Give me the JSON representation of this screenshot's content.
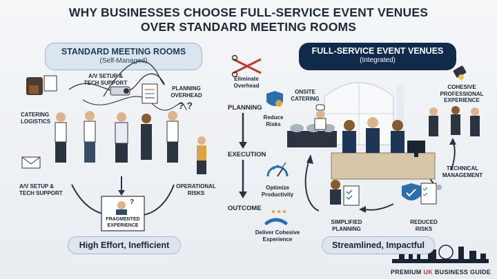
{
  "title": {
    "line1": "WHY BUSINESSES CHOOSE FULL-SERVICE EVENT VENUES",
    "line2": "OVER STANDARD MEETING ROOMS"
  },
  "left": {
    "heading": "STANDARD MEETING ROOMS",
    "subheading": "(Self-Managed)",
    "labels": {
      "catering": "CATERING\nLOGISTICS",
      "av_top": "A/V SETUP &\nTECH SUPPORT",
      "planning": "PLANNING\nOVERHEAD",
      "av_bottom": "A/V SETUP &\nTECH SUPPORT",
      "risks": "OPERATIONAL\nRISKS",
      "fragmented": "FRAGMENTED\nEXPERIENCE"
    },
    "footer": "High Effort, Inefficient"
  },
  "middle": {
    "eliminate": "Eliminate\nOverhead",
    "planning": "PLANNING",
    "reduce": "Reduce\nRisks",
    "execution": "EXECUTION",
    "optimize": "Optimize\nProductivity",
    "outcome": "OUTCOME",
    "deliver": "Deliver Cohesive\nExperience"
  },
  "right": {
    "heading": "FULL-SERVICE EVENT VENUES",
    "subheading": "(Integrated)",
    "labels": {
      "onsite": "ONSITE\nCATERING",
      "cohesive": "COHESIVE\nPROFESSIONAL\nEXPERIENCE",
      "technical": "TECHNICAL\nMANAGEMENT",
      "simplified": "SIMPLIFIED\nPLANNING",
      "reduced": "REDUCED\nRISKS"
    },
    "footer": "Streamlined, Impactful"
  },
  "brand": {
    "prefix": "PREMIUM",
    "highlight": "UK",
    "suffix": "BUSINESS GUIDE"
  },
  "colors": {
    "navy": "#0f2a4a",
    "accent_red": "#c0392b",
    "pale_blue": "#dbe5ef"
  }
}
